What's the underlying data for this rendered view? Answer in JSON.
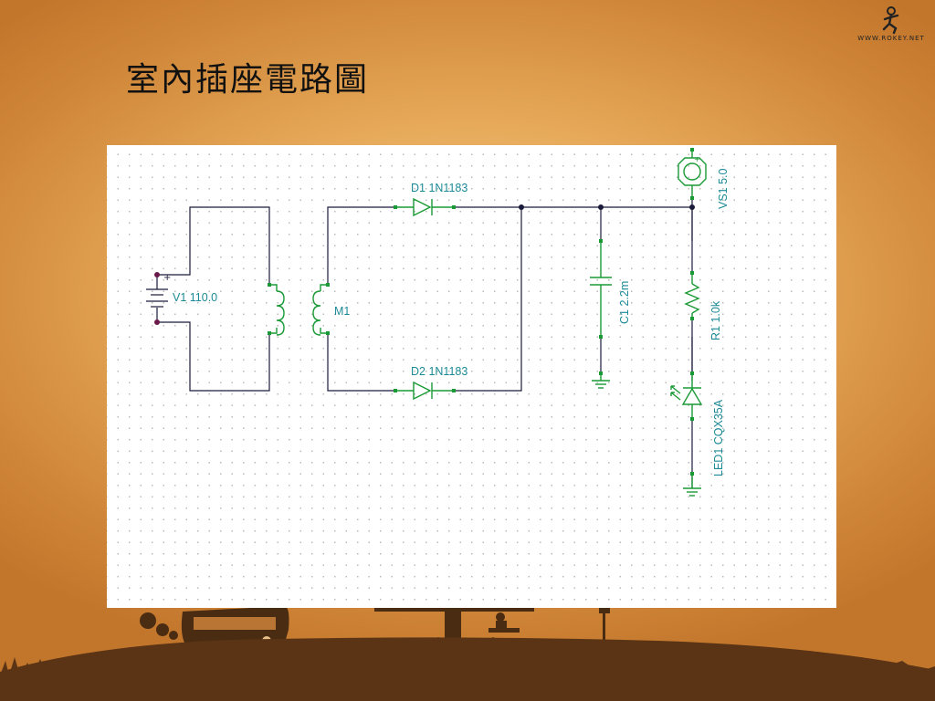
{
  "slide": {
    "title": "室內插座電路圖",
    "logo_text": "WWW.ROKEY.NET"
  },
  "circuit": {
    "components": {
      "v1": "V1 110.0",
      "m1": "M1",
      "d1": "D1 1N1183",
      "d2": "D2 1N1183",
      "c1": "C1 2.2m",
      "r1": "R1 1.0k",
      "led1": "LED1 CQX35A",
      "vs1": "VS1 5.0"
    }
  },
  "colors": {
    "background": "#d9913f",
    "wire": "#1a1a3a",
    "component": "#1a9a35",
    "label": "#1c8a96"
  }
}
